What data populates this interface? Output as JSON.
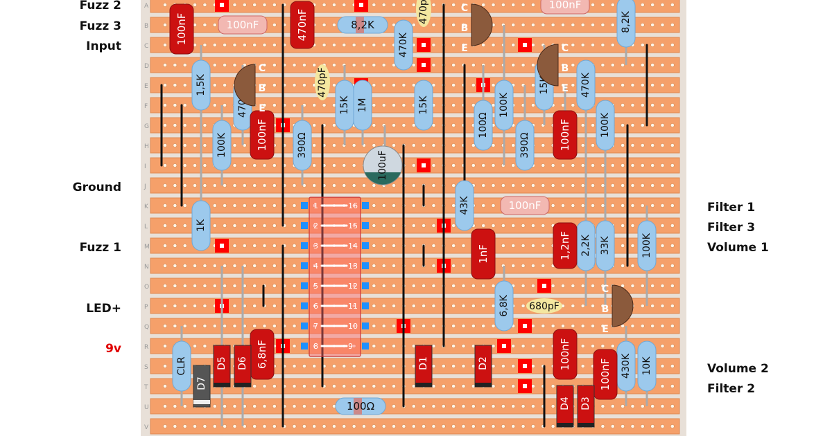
{
  "board": {
    "rows": [
      "A",
      "B",
      "C",
      "D",
      "E",
      "F",
      "G",
      "H",
      "I",
      "J",
      "K",
      "L",
      "M",
      "N",
      "O",
      "P",
      "Q",
      "R",
      "S",
      "T",
      "U",
      "V"
    ],
    "strip_color": "#f5a06a",
    "board_color": "#e8e0d8",
    "hole_color": "#fff4e6",
    "cut_color": "#ff0000",
    "wire_color": "#111111",
    "resistor_color": "#9cc9ec",
    "capacitor_color": "#cc1111",
    "film_cap_color": "#f2b8b2",
    "transistor_color": "#8b5a3c"
  },
  "labels_left": [
    {
      "text": "Fuzz 2",
      "color": "#111111"
    },
    {
      "text": "Fuzz 3",
      "color": "#111111"
    },
    {
      "text": "Input",
      "color": "#111111"
    },
    {
      "text": "Ground",
      "color": "#111111"
    },
    {
      "text": "Fuzz 1",
      "color": "#111111"
    },
    {
      "text": "LED+",
      "color": "#111111"
    },
    {
      "text": "9v",
      "color": "#e00000"
    }
  ],
  "labels_right": [
    {
      "text": "Filter 1"
    },
    {
      "text": "Filter 3"
    },
    {
      "text": "Volume 1"
    },
    {
      "text": "Volume 2"
    },
    {
      "text": "Filter 2"
    }
  ],
  "ic": {
    "pins_left": [
      "1",
      "2",
      "3",
      "4",
      "5",
      "6",
      "7",
      "8"
    ],
    "pins_right": [
      "16",
      "15",
      "14",
      "13",
      "12",
      "11",
      "10",
      "9"
    ]
  },
  "resistors": [
    "1,5K",
    "100K",
    "470K",
    "15K",
    "1M",
    "15K",
    "100Ω",
    "100K",
    "390Ω",
    "15K",
    "470K",
    "100K",
    "8,2K",
    "390Ω",
    "8,2K",
    "470K",
    "1K",
    "43K",
    "6,8K",
    "2,2K",
    "33K",
    "100K",
    "CLR",
    "430K",
    "10K",
    "100Ω"
  ],
  "capacitors": [
    "100nF",
    "470nF",
    "100nF",
    "100nF",
    "1nF",
    "1,2nF",
    "100nF",
    "6,8nF",
    "100nF"
  ],
  "film_caps": [
    "100nF",
    "100nF",
    "100nF"
  ],
  "small_caps": [
    "470pF",
    "470pF",
    "680pF"
  ],
  "electrolytic": "100uF",
  "diodes": [
    "D5",
    "D6",
    "D7",
    "D1",
    "D2",
    "D4",
    "D3"
  ],
  "transistor_pins": [
    "C",
    "B",
    "E"
  ]
}
